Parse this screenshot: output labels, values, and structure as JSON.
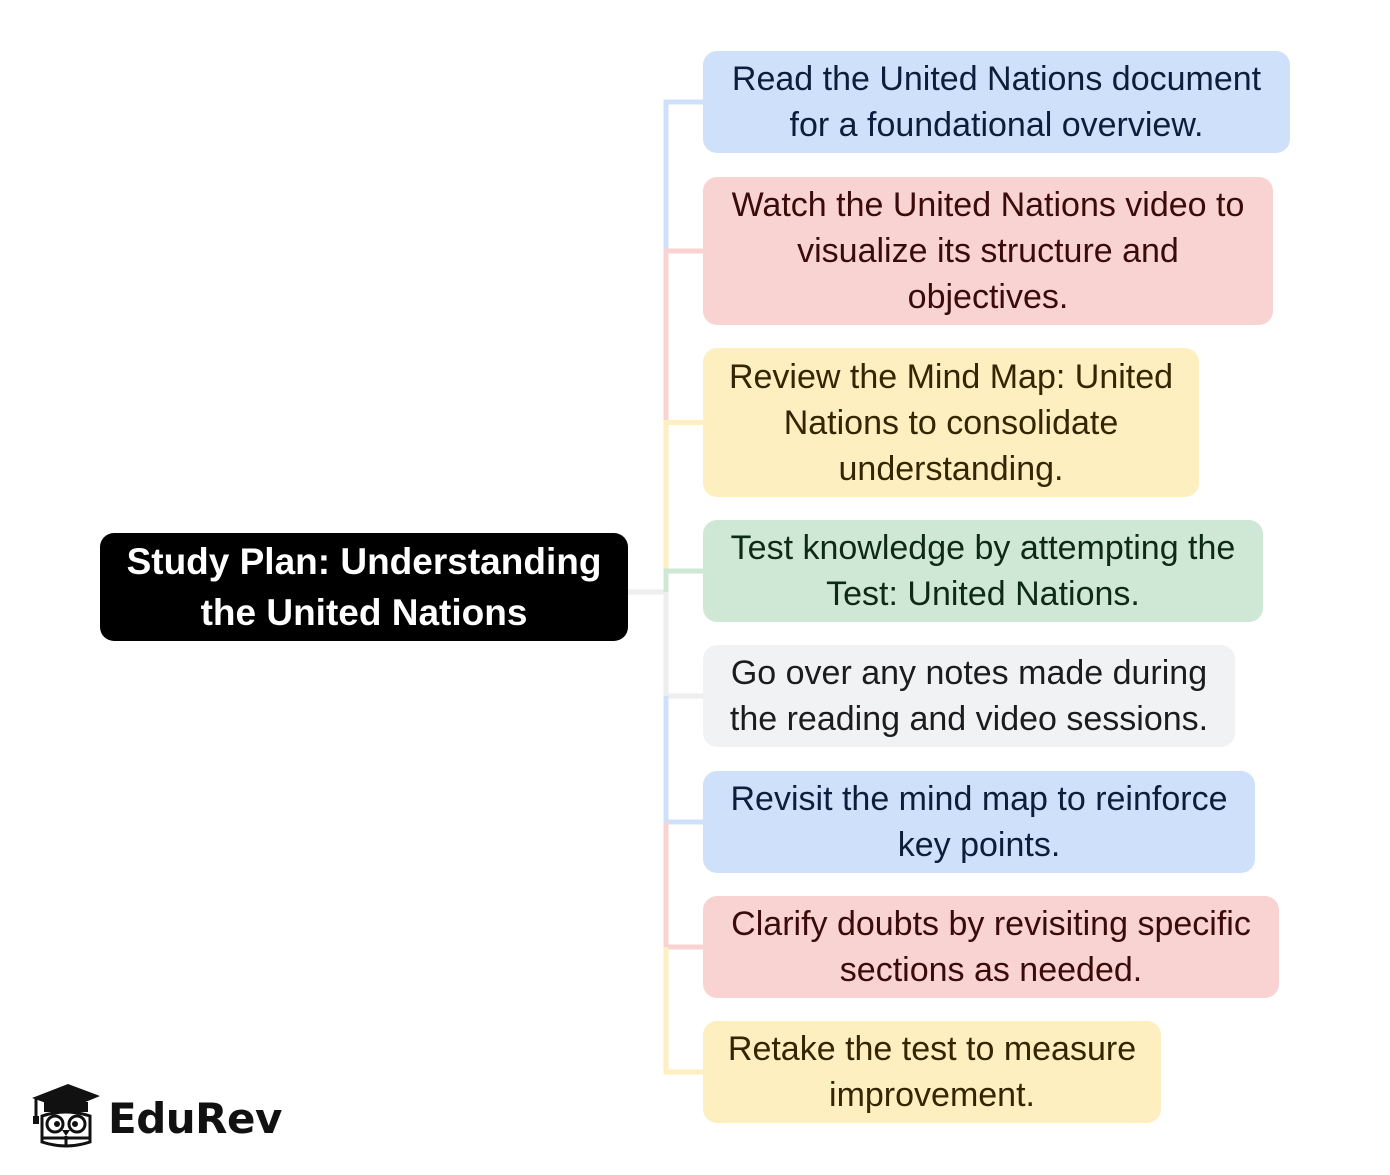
{
  "root": {
    "label": "Study Plan: Understanding the United Nations"
  },
  "steps": [
    {
      "text": "Read the United Nations document for a foundational overview.",
      "fill": "#cfe0fa",
      "line": "#cfe0fa",
      "ink": "#0b1f3d"
    },
    {
      "text": "Watch the United Nations video to visualize its structure and objectives.",
      "fill": "#f8d3d1",
      "line": "#f8d3d1",
      "ink": "#3a0b0b"
    },
    {
      "text": "Review the Mind Map: United Nations to consolidate understanding.",
      "fill": "#fdefc0",
      "line": "#fdefc0",
      "ink": "#332600"
    },
    {
      "text": "Test knowledge by attempting the Test: United Nations.",
      "fill": "#cfe8d6",
      "line": "#cfe8d6",
      "ink": "#0d2a16"
    },
    {
      "text": "Go over any notes made during the reading and video sessions.",
      "fill": "#f1f2f4",
      "line": "#eeeeee",
      "ink": "#1c1c1c"
    },
    {
      "text": "Revisit the mind map to reinforce key points.",
      "fill": "#cfe0fa",
      "line": "#cfe0fa",
      "ink": "#0b1f3d"
    },
    {
      "text": "Clarify doubts by revisiting specific sections as needed.",
      "fill": "#f8d3d1",
      "line": "#f8d3d1",
      "ink": "#3a0b0b"
    },
    {
      "text": "Retake the test to measure improvement.",
      "fill": "#fdefc0",
      "line": "#fdefc0",
      "ink": "#332600"
    }
  ],
  "logo": {
    "name": "EduRev",
    "icon": "graduation-cap-owl-icon"
  }
}
